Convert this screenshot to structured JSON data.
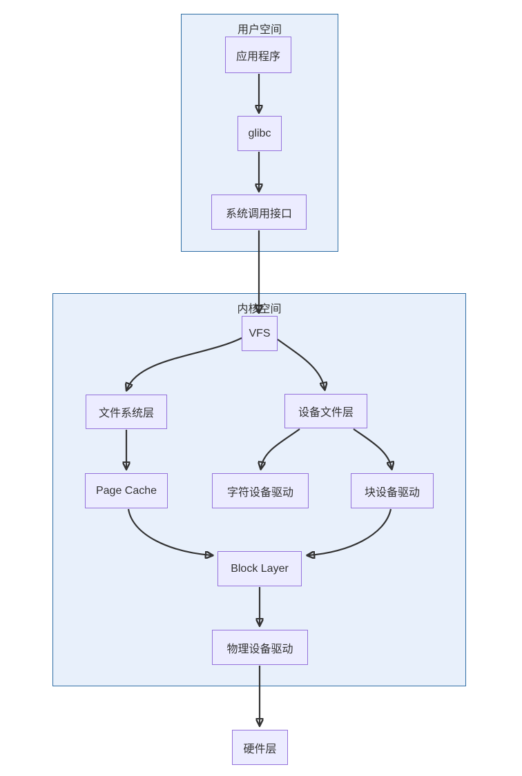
{
  "diagram": {
    "type": "flowchart",
    "clusters": {
      "user_space": {
        "label": "用户空间"
      },
      "kernel_space": {
        "label": "内核空间"
      }
    },
    "nodes": {
      "app": {
        "label": "应用程序",
        "cluster": "user_space"
      },
      "glibc": {
        "label": "glibc",
        "cluster": "user_space"
      },
      "syscall": {
        "label": "系统调用接口",
        "cluster": "user_space"
      },
      "vfs": {
        "label": "VFS",
        "cluster": "kernel_space"
      },
      "fs_layer": {
        "label": "文件系统层",
        "cluster": "kernel_space"
      },
      "dev_file": {
        "label": "设备文件层",
        "cluster": "kernel_space"
      },
      "page_cache": {
        "label": "Page Cache",
        "cluster": "kernel_space"
      },
      "char_driver": {
        "label": "字符设备驱动",
        "cluster": "kernel_space"
      },
      "block_driver": {
        "label": "块设备驱动",
        "cluster": "kernel_space"
      },
      "block_layer": {
        "label": "Block Layer",
        "cluster": "kernel_space"
      },
      "phys_driver": {
        "label": "物理设备驱动",
        "cluster": "kernel_space"
      },
      "hardware": {
        "label": "硬件层",
        "cluster": "none"
      }
    },
    "edges": [
      {
        "from": "app",
        "to": "glibc"
      },
      {
        "from": "glibc",
        "to": "syscall"
      },
      {
        "from": "syscall",
        "to": "vfs"
      },
      {
        "from": "vfs",
        "to": "fs_layer"
      },
      {
        "from": "vfs",
        "to": "dev_file"
      },
      {
        "from": "fs_layer",
        "to": "page_cache"
      },
      {
        "from": "dev_file",
        "to": "char_driver"
      },
      {
        "from": "dev_file",
        "to": "block_driver"
      },
      {
        "from": "page_cache",
        "to": "block_layer"
      },
      {
        "from": "block_driver",
        "to": "block_layer"
      },
      {
        "from": "block_layer",
        "to": "phys_driver"
      },
      {
        "from": "phys_driver",
        "to": "hardware"
      }
    ],
    "colors": {
      "node_fill": "#ececff",
      "node_border": "#9370db",
      "cluster_fill": "#e8f0fb",
      "cluster_border": "#2e6da4",
      "edge": "#333333",
      "text": "#333333",
      "background": "#ffffff"
    }
  }
}
